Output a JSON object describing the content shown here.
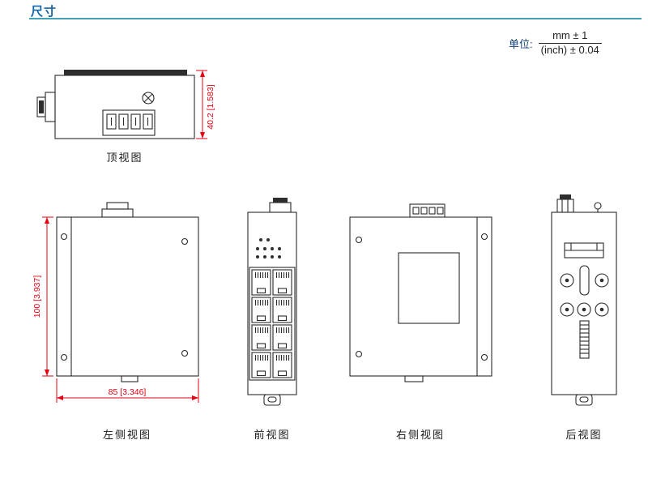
{
  "header": {
    "title": "尺寸",
    "unit_label": "单位:",
    "unit_mm": "mm ± 1",
    "unit_inch": "(inch) ± 0.04"
  },
  "views": {
    "top": {
      "label": "顶视图"
    },
    "left": {
      "label": "左侧视图"
    },
    "front": {
      "label": "前视图"
    },
    "right": {
      "label": "右侧视图"
    },
    "rear": {
      "label": "后视图"
    }
  },
  "dimensions": {
    "top_height": "40.2 [1.583]",
    "left_height": "100 [3.937]",
    "left_width": "85 [3.346]"
  },
  "colors": {
    "accent_line": "#419fb6",
    "title_blue": "#1466a8",
    "dimension_red": "#e60012",
    "drawing_line": "#2a2a2a"
  }
}
